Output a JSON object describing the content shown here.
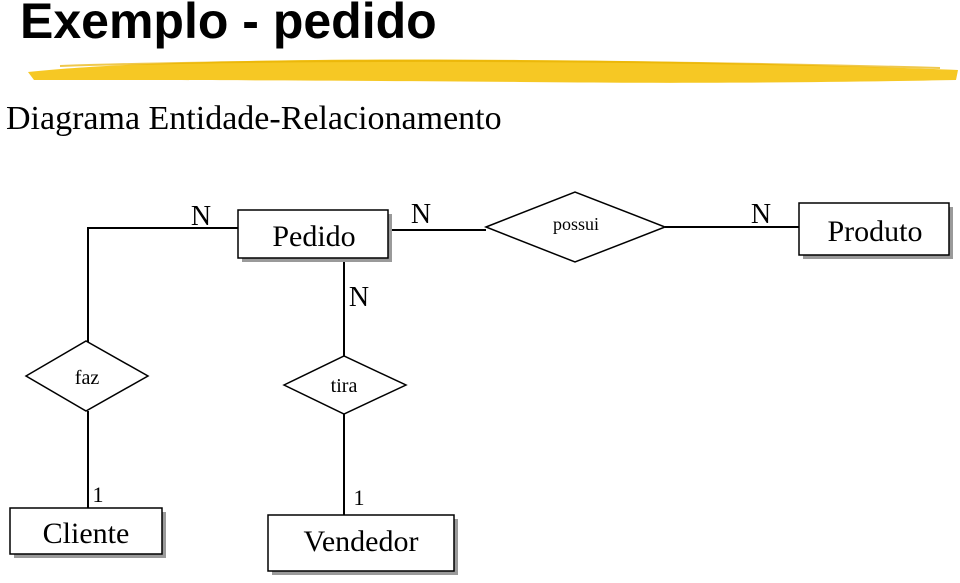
{
  "title": "Exemplo - pedido",
  "subtitle": "Diagrama Entidade-Relacionamento",
  "colors": {
    "highlight": "#F5C518",
    "shadow": "#9A9A9A",
    "line": "#000000",
    "box_fill": "#FFFFFF"
  },
  "diagram": {
    "entities": {
      "pedido": "Pedido",
      "produto": "Produto",
      "cliente": "Cliente",
      "vendedor": "Vendedor"
    },
    "relationships": {
      "possui": "possui",
      "faz": "faz",
      "tira": "tira"
    },
    "cardinalities": {
      "faz_pedido": "N",
      "pedido_possui": "N",
      "possui_produto": "N",
      "pedido_tira": "N",
      "faz_cliente": "1",
      "tira_vendedor": "1"
    }
  }
}
